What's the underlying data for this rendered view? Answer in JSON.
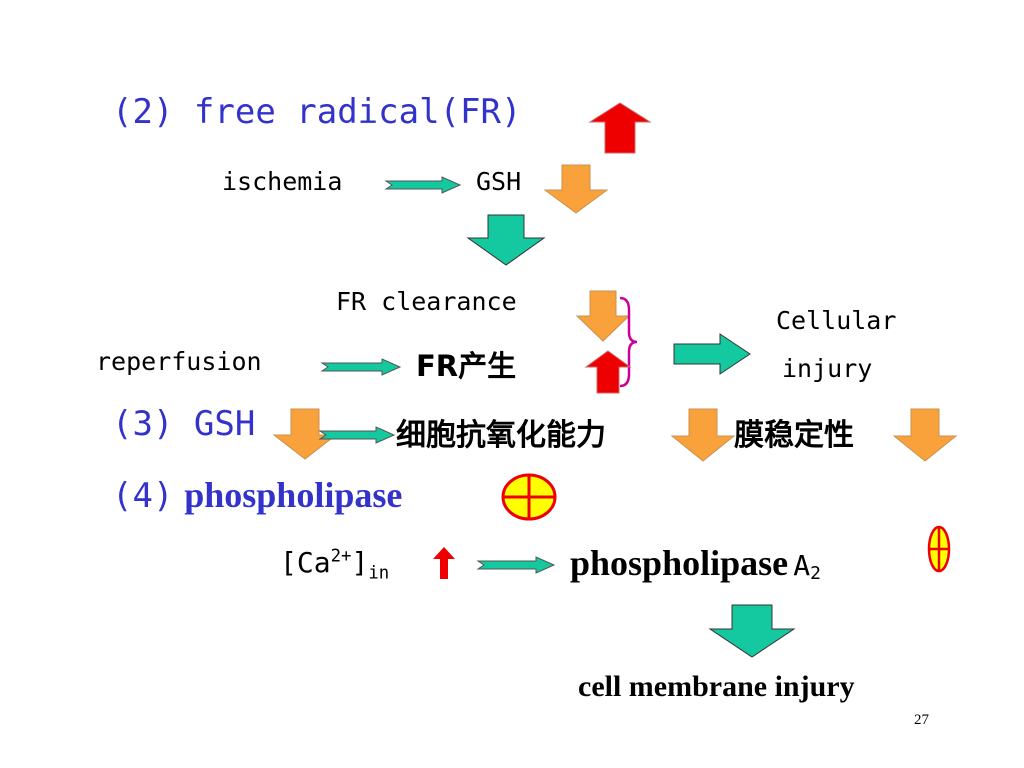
{
  "slide": {
    "line1": {
      "num": "(2)",
      "text": "free radical(FR)"
    },
    "ischemia": "ischemia",
    "gsh": "GSH",
    "fr_clearance": "FR clearance",
    "reperfusion": "reperfusion",
    "fr_produce": "FR产生",
    "cellular": "Cellular",
    "injury": "injury",
    "line3": {
      "num": "(3)",
      "gsh": "GSH",
      "antioxidant": "细胞抗氧化能力",
      "membrane_stability": "膜稳定性"
    },
    "line4": {
      "num": "(4)",
      "text": "phospholipase"
    },
    "ca": {
      "bracket_open": "[Ca",
      "sup": "2+",
      "bracket_close": "]",
      "sub": "in"
    },
    "pla2": {
      "text": "phospholipase",
      "a": "A",
      "sub": "2"
    },
    "cell_membrane_injury": "cell membrane injury",
    "page_number": "27"
  },
  "colors": {
    "text_blue": "#3333cc",
    "arrow_up_red": "#ee0000",
    "arrow_down_orange": "#f9a23c",
    "arrow_green": "#14c9a0",
    "plus_circle_fill": "#ffff00",
    "plus_circle_stroke": "#ee0000",
    "brace_magenta": "#cc0099"
  },
  "icons": [
    "up-arrow-icon",
    "down-arrow-icon",
    "right-arrow-icon",
    "plus-circle-icon",
    "curly-brace-icon"
  ]
}
